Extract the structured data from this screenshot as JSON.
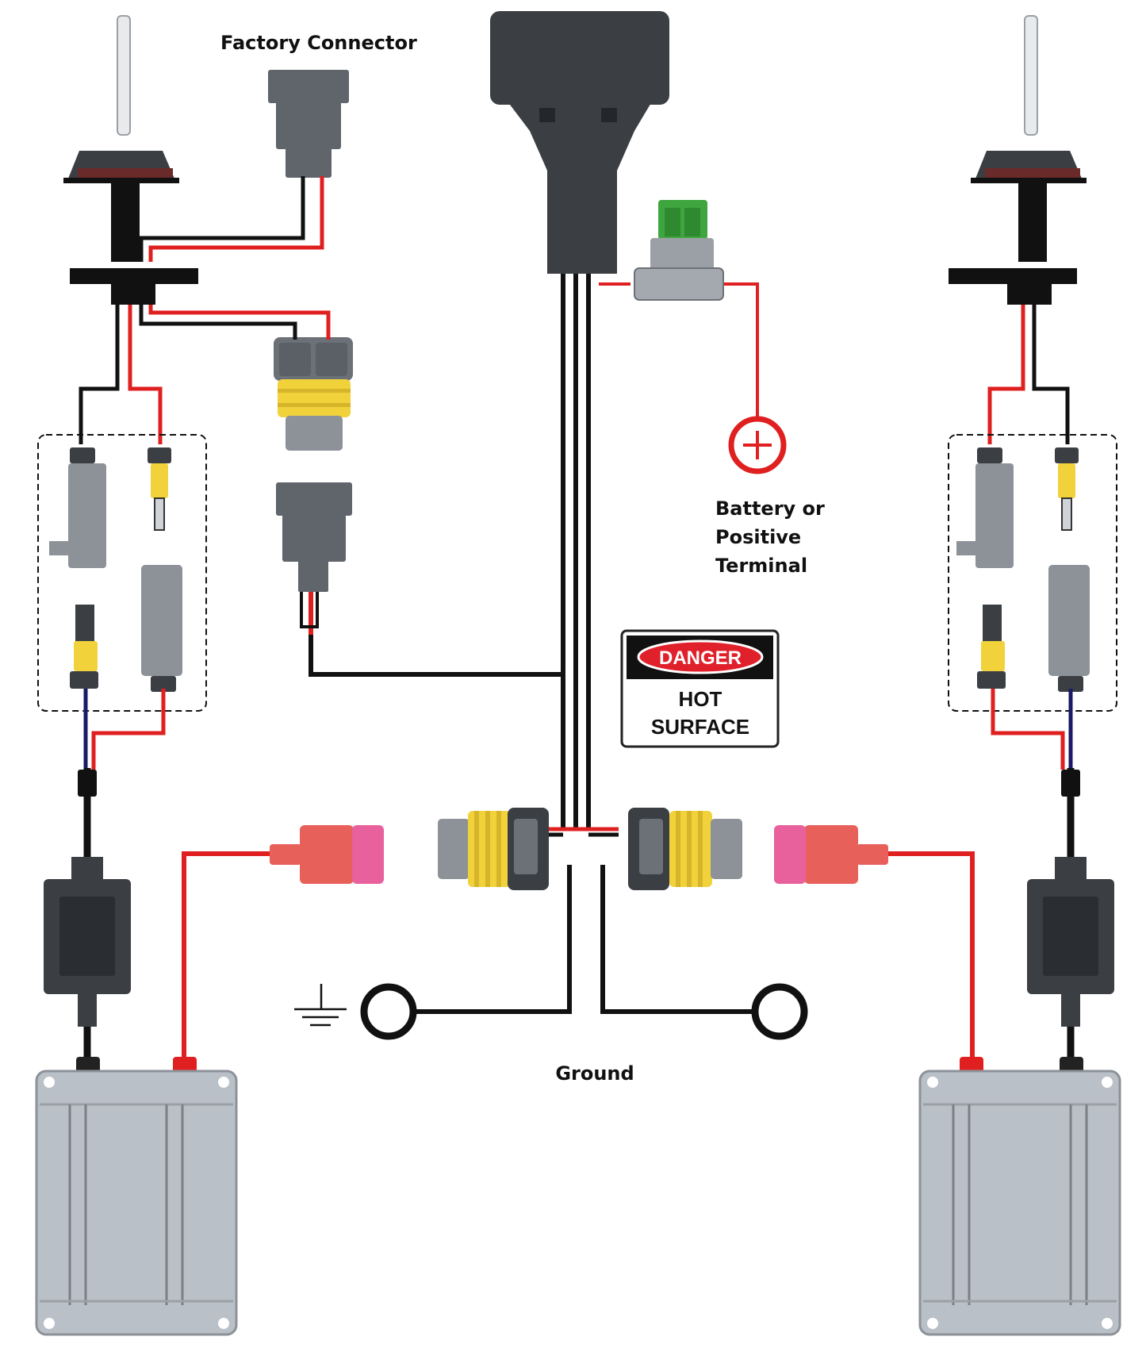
{
  "labels": {
    "factory_connector": "Factory Connector",
    "battery_line1": "Battery or",
    "battery_line2": "Positive",
    "battery_line3": "Terminal",
    "ground": "Ground"
  },
  "sign": {
    "header": "DANGER",
    "line1": "HOT",
    "line2": "SURFACE"
  },
  "colors": {
    "wire_red": "#e02020",
    "wire_black": "#111111",
    "connector_dark": "#3b3f44",
    "connector_gray": "#8c9298",
    "seal_yellow": "#f2d23a",
    "fuse_green": "#3fa63f",
    "ballast_silver": "#b9c0c7",
    "plug_pink": "#e8609c",
    "plug_salmon": "#e8605a",
    "danger_red": "#e0202a"
  },
  "icons": {
    "ground_symbol": "ground-icon",
    "positive_terminal": "plus-icon"
  }
}
